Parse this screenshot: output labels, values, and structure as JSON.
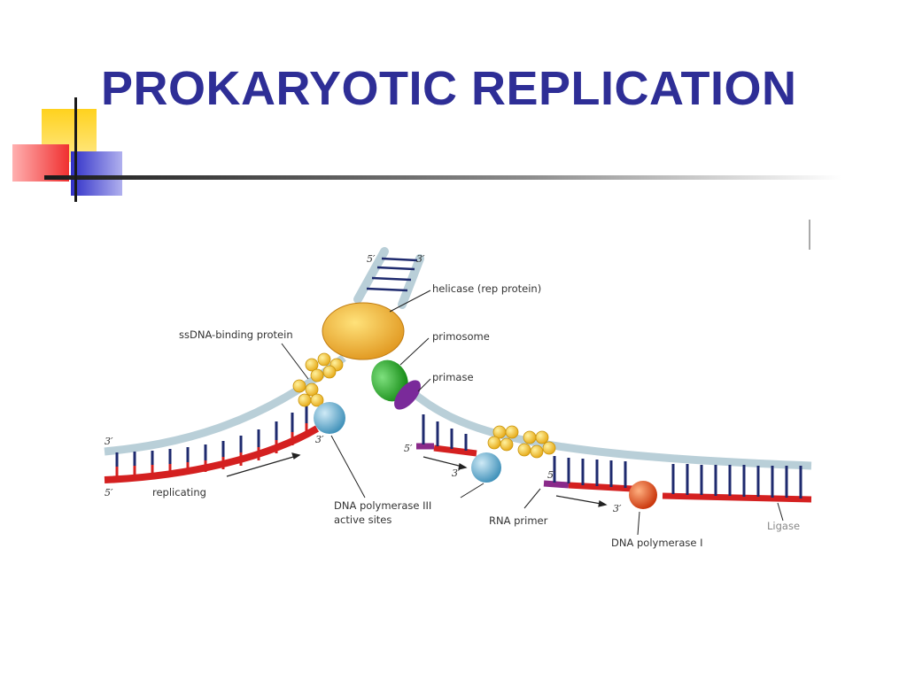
{
  "slide": {
    "title": "PROKARYOTIC REPLICATION"
  },
  "colors": {
    "title": "#2e2e96",
    "accent_yellow": "#ffd21e",
    "accent_red": "#f04646",
    "accent_blue": "#3c3cd2",
    "backbone": "#b9cfd8",
    "new_strand": "#d42020",
    "rna_primer": "#8a2a8a",
    "helicase": "#f2b23a",
    "primase": "#22a022",
    "primase_cap": "#7a2a9a",
    "polymerase_iii": "#5aa8c8",
    "polymerase_i": "#e04a1a",
    "ssb": "#f2c82a"
  },
  "diagram": {
    "labels": {
      "helicase": "helicase (rep protein)",
      "ssb": "ssDNA-binding protein",
      "primosome": "primosome",
      "primase": "primase",
      "replicating": "replicating",
      "pol3_line1": "DNA polymerase III",
      "pol3_line2": "active sites",
      "rna_primer": "RNA primer",
      "pol1": "DNA polymerase I",
      "ligase": "Ligase"
    },
    "ends": {
      "top_5": "5′",
      "top_3": "3′",
      "left_3": "3′",
      "left_5": "5′",
      "leading_3": "3′",
      "frag1_5": "5′",
      "frag1_3": "3′",
      "frag2_5": "5′",
      "frag2_3": "3′"
    }
  }
}
